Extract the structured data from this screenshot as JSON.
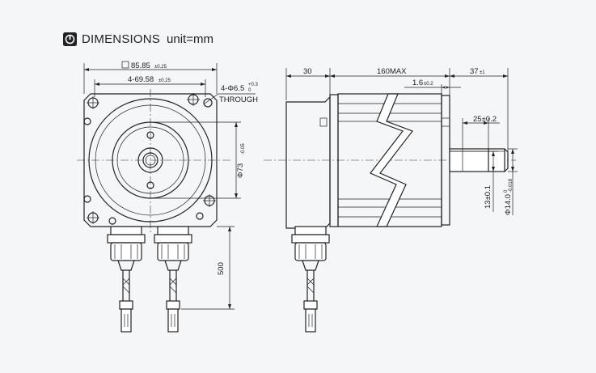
{
  "header": {
    "title": "DIMENSIONS",
    "unit": "unit=mm",
    "icon": "motor-icon"
  },
  "front_view": {
    "square": "85.85",
    "square_tol": "±0.25",
    "hole_pitch": "4-69.58",
    "hole_pitch_tol": "±0.25",
    "holes": "4-Φ6.5",
    "holes_tol_upper": "+0.3",
    "holes_tol_lower": "0",
    "holes_note": "THROUGH",
    "pilot": "Φ73",
    "pilot_tol": "-0.05",
    "lead_length": "500"
  },
  "side_view": {
    "rear_length": "30",
    "body_length": "160MAX",
    "shaft_length": "37",
    "shaft_length_tol": "±1",
    "flange": "1.6",
    "flange_tol": "±0.2",
    "key_length": "25±0.2",
    "key_height": "13±0.1",
    "shaft_dia": "Φ14.0",
    "shaft_dia_tol_upper": "0",
    "shaft_dia_tol_lower": "-0.018"
  }
}
